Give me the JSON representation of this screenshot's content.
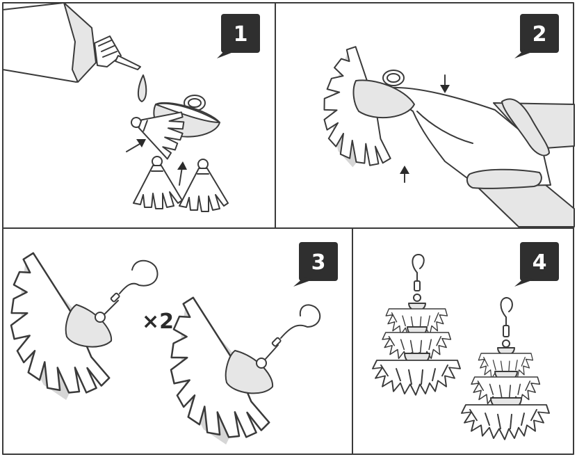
{
  "steps": [
    {
      "number": "1"
    },
    {
      "number": "2"
    },
    {
      "number": "3"
    },
    {
      "number": "4"
    }
  ],
  "multiplier": "×2",
  "colors": {
    "line": "#3a3a3a",
    "badge": "#2f2f2f",
    "shade": "#e6e6e6",
    "background": "#ffffff"
  }
}
